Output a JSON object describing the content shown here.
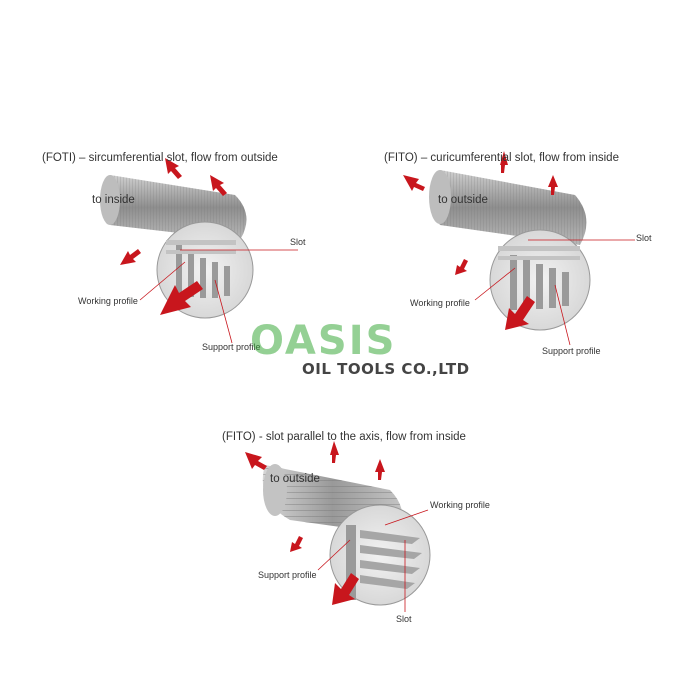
{
  "panels": {
    "foti": {
      "title_line1": "(FOTI) – sircumferential slot, flow from outside",
      "title_line2": "to inside",
      "slot": "Slot",
      "working": "Working profile",
      "support": "Support profile"
    },
    "fito1": {
      "title_line1": "(FITO) – curicumferential slot, flow from inside",
      "title_line2": "to outside",
      "slot": "Slot",
      "working": "Working profile",
      "support": "Support profile"
    },
    "fito2": {
      "title_line1": "(FITO) - slot parallel to the axis, flow from inside",
      "title_line2": "to outside",
      "slot": "Slot",
      "working": "Working profile",
      "support": "Support profile"
    }
  },
  "watermark": {
    "brand": "OASIS",
    "company": "OIL TOOLS CO.,LTD"
  },
  "colors": {
    "arrow": "#c8161d",
    "metal": "#a9a9a9",
    "brand_green": "#3caa3c"
  }
}
